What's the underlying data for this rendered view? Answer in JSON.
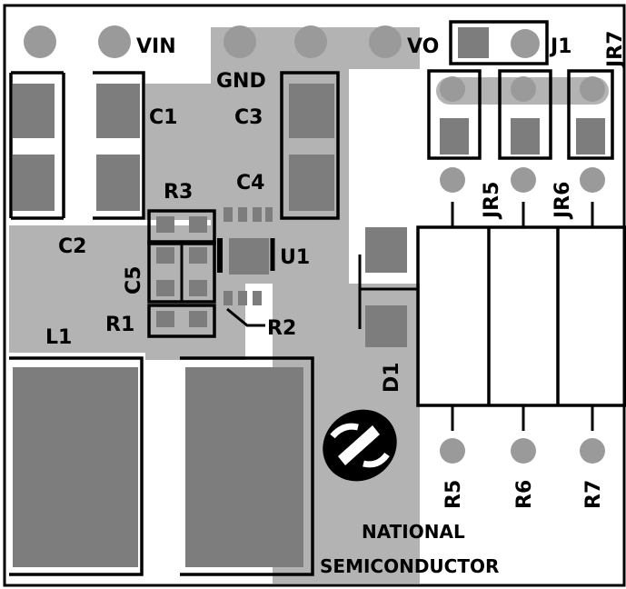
{
  "board": {
    "labels": {
      "vin": "VIN",
      "gnd": "GND",
      "vo": "VO",
      "j1": "J1",
      "jr7": "JR7",
      "c1": "C1",
      "c3": "C3",
      "c4": "C4",
      "r3": "R3",
      "c2": "C2",
      "c5": "C5",
      "u1": "U1",
      "r1": "R1",
      "r2": "R2",
      "l1": "L1",
      "d1": "D1",
      "jr5": "JR5",
      "jr6": "JR6",
      "r5": "R5",
      "r6": "R6",
      "r7": "R7",
      "brand_line1": "NATIONAL",
      "brand_line2": "SEMICONDUCTOR"
    },
    "logo": "national-semiconductor-logo",
    "colors": {
      "copper": "#b3b3b3",
      "pad": "#7d7d7d",
      "silkscreen": "#000000",
      "substrate": "#ffffff"
    }
  }
}
